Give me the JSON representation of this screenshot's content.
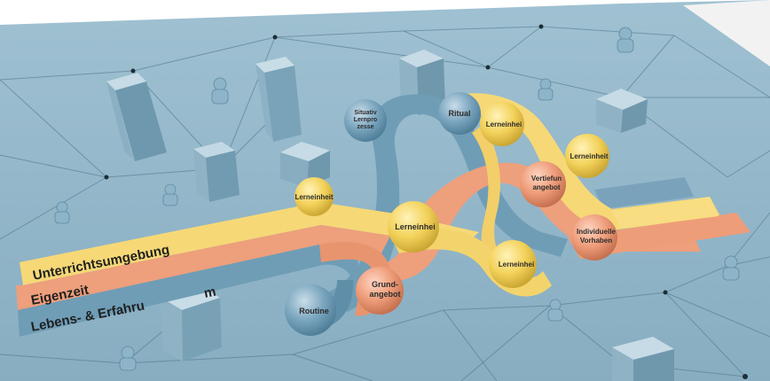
{
  "colors": {
    "table": "#8fb3c6",
    "yellow": "#f6d877",
    "orange": "#ef9f7c",
    "blue": "#6f9db6",
    "ball_yellow": "#f3d25b",
    "ball_orange": "#ef9f7c",
    "ball_blue": "#78a3bd"
  },
  "bands": [
    {
      "label": "Unterrichtsumgebung"
    },
    {
      "label": "Eigenzeit"
    },
    {
      "label": "Lebens- & Erfahru"
    },
    {
      "label": "m"
    }
  ],
  "nodes": [
    {
      "id": "situativ",
      "lines": [
        "Situativ",
        "Lernpro",
        "zesse"
      ]
    },
    {
      "id": "ritual",
      "lines": [
        "Ritual"
      ]
    },
    {
      "id": "lerneinheit-1",
      "lines": [
        "Lerneinheit"
      ]
    },
    {
      "id": "lerneinheit-2",
      "lines": [
        "Lerneinhei"
      ]
    },
    {
      "id": "lerneinheit-3",
      "lines": [
        "Lerneinheit"
      ]
    },
    {
      "id": "lerneinheit-4",
      "lines": [
        "Lerneinhei"
      ]
    },
    {
      "id": "lerneinheit-5",
      "lines": [
        "Lerneinhei"
      ]
    },
    {
      "id": "vertiefung",
      "lines": [
        "Vertiefun",
        "angebot"
      ]
    },
    {
      "id": "individuelle",
      "lines": [
        "Individuelle",
        "Vorhaben"
      ]
    },
    {
      "id": "grundangebot",
      "lines": [
        "Grund-",
        "angebot"
      ]
    },
    {
      "id": "routine",
      "lines": [
        "Routine"
      ]
    }
  ]
}
